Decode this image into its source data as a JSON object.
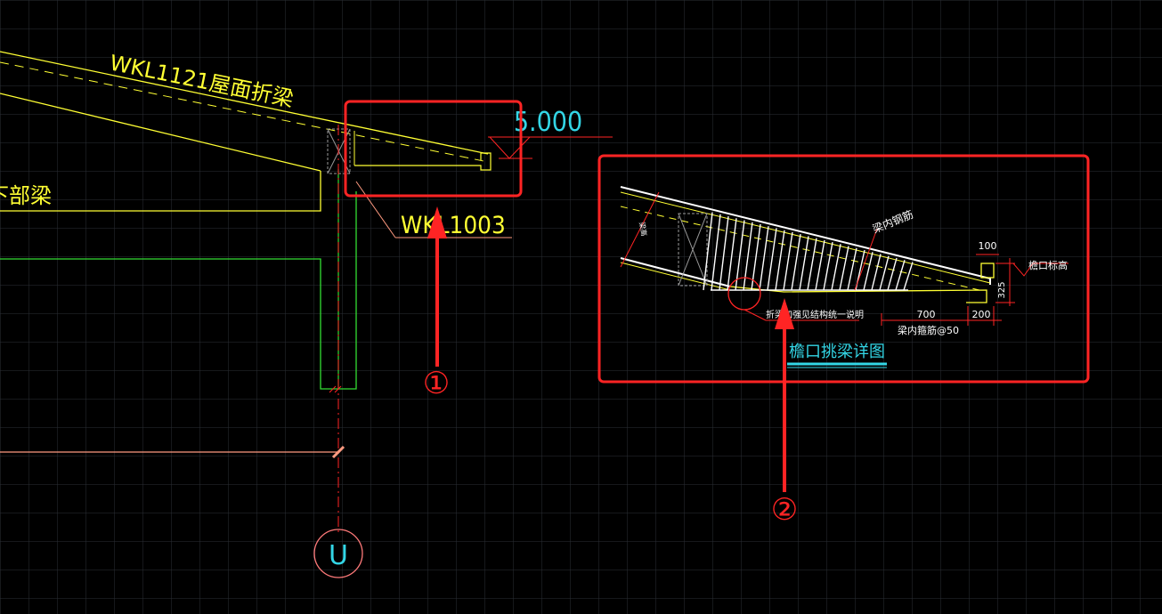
{
  "labels": {
    "beam_roof": "WKL1121屋面折梁",
    "beam_lower": "下部梁",
    "beam_cant": "WKL1003",
    "elevation": "5.000",
    "grid_axis": "U",
    "marker_1": "①",
    "marker_2": "②"
  },
  "detail": {
    "title": "檐口挑梁详图",
    "note_rebar": "梁内钢筋",
    "note_fold": "折梁加强见结构统一说明",
    "note_stirrup": "梁内箍筋@50",
    "note_eave": "檐口标高",
    "note_left": "梁高",
    "dim_100": "100",
    "dim_325": "325",
    "dim_700": "700",
    "dim_200": "200"
  },
  "colors": {
    "background": "#000000",
    "grid": "#2b2f36",
    "yellow": "#ffff33",
    "green": "#33dd33",
    "cyan": "#33d6e6",
    "red": "#ff2424",
    "white": "#ffffff",
    "salmon": "#ff9a80",
    "gray": "#9a9a9a"
  }
}
